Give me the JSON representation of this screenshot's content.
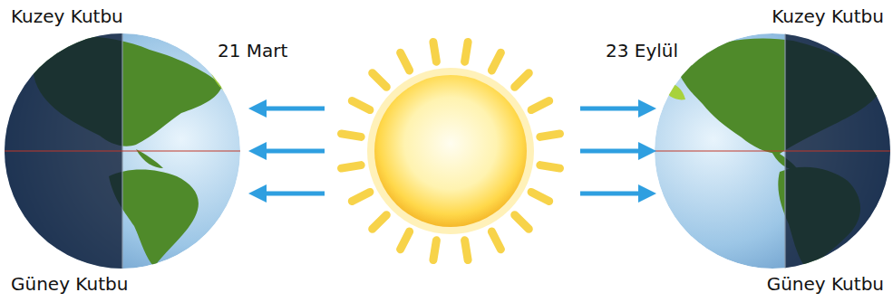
{
  "diagram": {
    "labels": [
      "Kuzey Kutbu",
      "21 Mart",
      "23 Eylül",
      "Kuzey Kutbu",
      "Güney Kutbu",
      "Güney Kutbu"
    ]
  }
}
